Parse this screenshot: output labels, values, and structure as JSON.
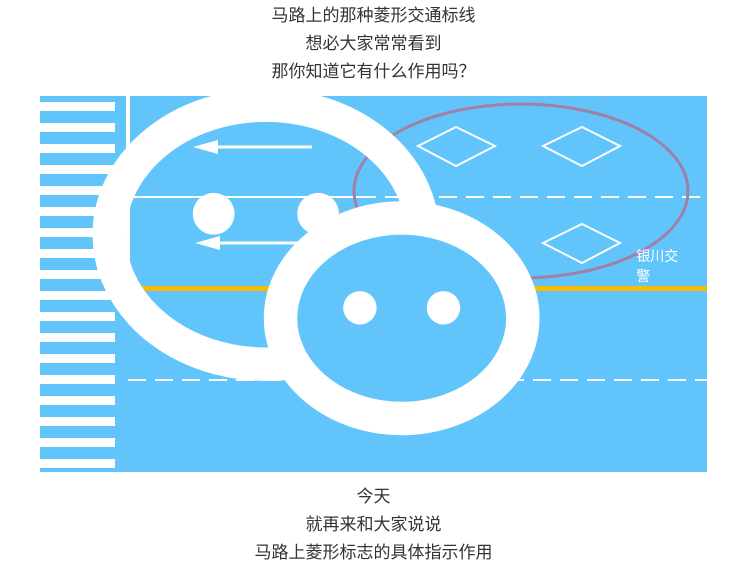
{
  "intro_caption": {
    "lines": [
      "马路上的那种菱形交通标线",
      "想必大家常常看到",
      "那你知道它有什么作用吗？"
    ]
  },
  "road_illustration": {
    "colors": {
      "road": "#61c5fb",
      "marking_white": "#ffffff",
      "center_line": "#f8bb05",
      "highlight_ellipse": "#a17fa6"
    },
    "watermark": {
      "icon": "wechat-icon",
      "text": "银川交警"
    }
  },
  "outro_caption": {
    "lines": [
      "今天",
      "就再来和大家说说",
      "马路上菱形标志的具体指示作用"
    ]
  }
}
